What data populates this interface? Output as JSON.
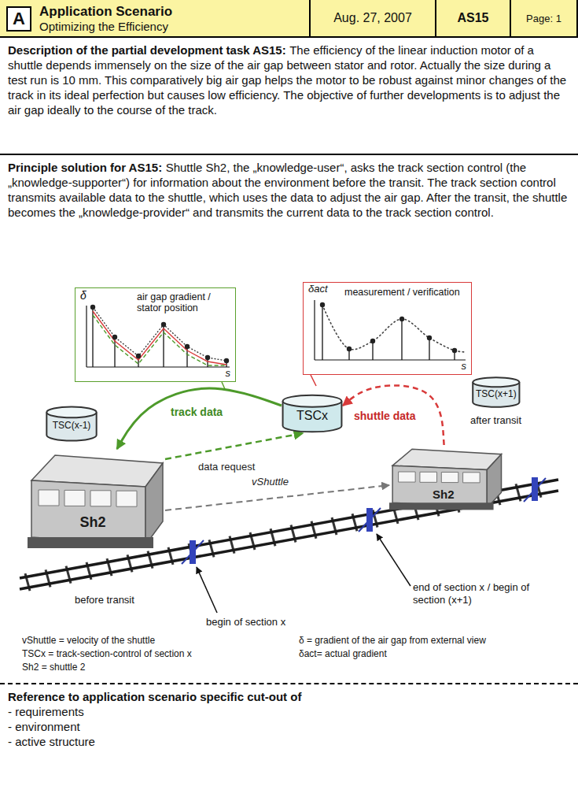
{
  "diagram": {
    "nodes": [
      {
        "text": [
          "Application Scenario",
          "Optimizing the Efficiency"
        ]
      },
      {
        "text": [
          "A"
        ],
        "in": 0
      },
      {
        "text": [
          "Aug. 27, 2007"
        ]
      },
      {
        "text": [
          "AS15"
        ]
      },
      {
        "text": [
          "Page: 1"
        ]
      },
      {
        "text": [
          "Description of the partial development task AS15:",
          "The efficiency of the linear induction motor of a shuttle depends immensely on the size of the air gap between stator and rotor. Actually the size during a test run is 10 mm. This comparatively big air gap helps the motor to be robust against minor changes of the track in its ideal perfection but causes low efficiency. The objective of further developments is to adjust the air gap ideally to the course of the track."
        ]
      },
      {
        "text": [
          "Principle solution for AS15:",
          "Shuttle Sh2, the „knowledge-user“, asks the track section control (the „knowledge-supporter“) for information about the environment before the transit. The track section control transmits available data to the shuttle, which uses the data to adjust the air gap. After the transit, the shuttle becomes the „knowledge-provider“ and transmits the current data to the track section control."
        ]
      },
      {
        "text": [
          "δ",
          "air gap gradient / stator position",
          "s"
        ],
        "in": 6
      },
      {
        "text": [
          "δact",
          "measurement / verification",
          "s"
        ],
        "in": 6
      },
      {
        "text": [
          "TSC(x-1)"
        ],
        "in": 6
      },
      {
        "text": [
          "TSCx"
        ],
        "in": 6
      },
      {
        "text": [
          "TSC(x+1)"
        ],
        "in": 6
      },
      {
        "text": [
          "Sh2"
        ],
        "in": 6
      },
      {
        "text": [
          "Sh2"
        ],
        "in": 6
      },
      {
        "text": [
          "Reference to application scenario specific cut-out of",
          "- requirements",
          "- environment",
          "- active structure"
        ]
      }
    ],
    "edges": [
      {
        "from": 10,
        "to": 12,
        "label": "track data",
        "arrow": "to"
      },
      {
        "from": 12,
        "to": 10,
        "label": "data request",
        "arrow": "to"
      },
      {
        "from": 13,
        "to": 10,
        "label": "shuttle data",
        "arrow": "to"
      },
      {
        "from": 12,
        "to": 13,
        "label": "vShuttle",
        "arrow": "to"
      }
    ],
    "labels": [
      "before transit",
      "after transit",
      "begin of section x",
      "end of section x / begin of section (x+1)",
      "vShuttle = velocity of the shuttle",
      "TSCx = track-section-control of section x",
      "Sh2 = shuttle 2",
      "δ = gradient of the air gap from external view",
      "δact= actual gradient"
    ]
  }
}
